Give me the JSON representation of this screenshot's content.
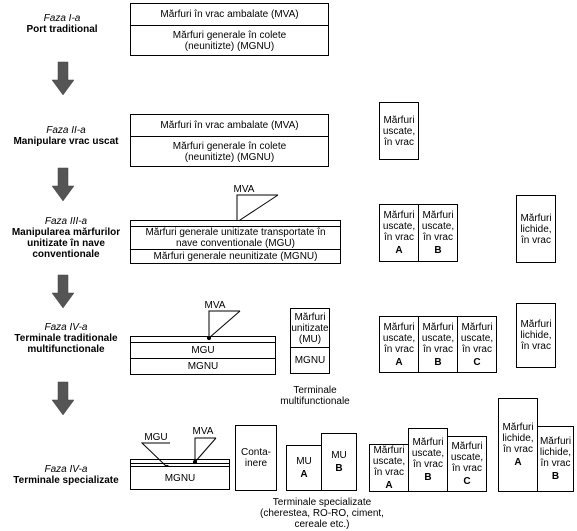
{
  "phases": [
    {
      "name": "Faza I-a",
      "title": "Port traditional"
    },
    {
      "name": "Faza II-a",
      "title": "Manipulare vrac uscat"
    },
    {
      "name": "Faza III-a",
      "title": "Manipularea mărfurilor unitizate în nave conventionale"
    },
    {
      "name": "Faza IV-a",
      "title": "Terminale traditionale multifunctionale"
    },
    {
      "name": "Faza IV-a",
      "title": "Terminale specializate"
    }
  ],
  "phase1": {
    "top": "Mărfuri în vrac ambalate (MVA)",
    "bottom": "Mărfuri generale în colete (neunitizte) (MGNU)"
  },
  "phase2": {
    "top": "Mărfuri în vrac ambalate (MVA)",
    "bottom": "Mărfuri generale în colete (neunitizte) (MGNU)",
    "dry": "Mărfuri uscate, în vrac"
  },
  "phase3": {
    "callout": "MVA",
    "top": "Mărfuri generale unitizate transportate în nave conventionale (MGU)",
    "bottom": "Mărfuri generale neunitizate (MGNU)",
    "dry": "Mărfuri uscate, în vrac",
    "letters": [
      "A",
      "B"
    ],
    "liquid": "Mărfuri lichide, în vrac"
  },
  "phase4": {
    "callout": "MVA",
    "mgu": "MGU",
    "mgnu": "MGNU",
    "mu": "Mărfuri unitizate (MU)",
    "mgnu2": "MGNU",
    "multifunctional": "Terminale multifunctionale",
    "dry": "Mărfuri uscate, în vrac",
    "letters": [
      "A",
      "B",
      "C"
    ],
    "liquid": "Mărfuri lichide, în vrac"
  },
  "phase5": {
    "callout_mgu": "MGU",
    "callout_mva": "MVA",
    "mgnu": "MGNU",
    "containers": "Conta-inere",
    "mu": "MU",
    "mu_letters": [
      "A",
      "B"
    ],
    "dry": "Mărfuri uscate, în vrac",
    "dry_letters": [
      "A",
      "B",
      "C"
    ],
    "liquid": "Mărfuri lichide, în vrac",
    "liquid_letters": [
      "A",
      "B"
    ],
    "specialized": "Terminale specializate (cherestea, RO-RO, ciment, cereale etc.)"
  }
}
